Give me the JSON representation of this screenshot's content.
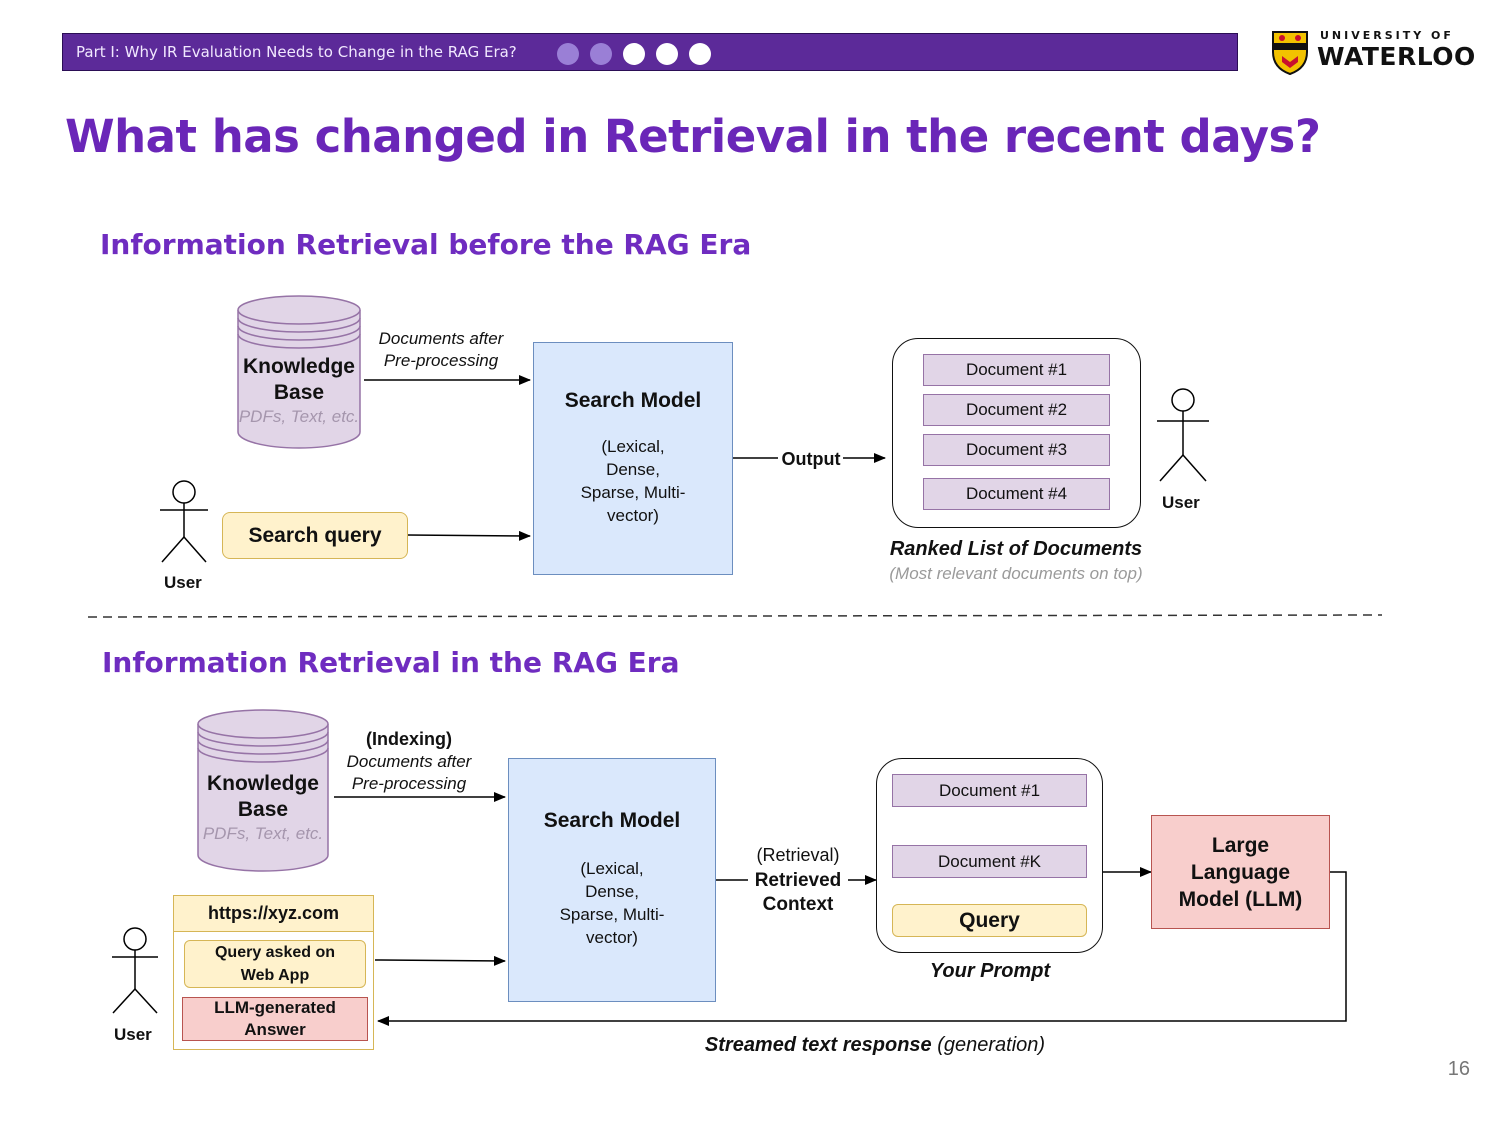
{
  "header": {
    "text": "Part I: Why IR Evaluation Needs to Change in the RAG Era?",
    "progress": {
      "completed": 2,
      "total": 5
    }
  },
  "logo": {
    "line1": "UNIVERSITY OF",
    "line2": "WATERLOO"
  },
  "title": "What has changed in Retrieval in the recent days?",
  "section1": {
    "heading": "Information Retrieval before the RAG Era",
    "kb_title": "Knowledge Base",
    "kb_sub": "PDFs, Text, etc.",
    "edge_docs": "Documents after Pre-processing",
    "search_model_title": "Search Model",
    "search_model_desc": "(Lexical, Dense, Sparse, Multi-vector)",
    "output_label": "Output",
    "documents": [
      "Document #1",
      "Document #2",
      "Document #3",
      "Document #4"
    ],
    "user_left": "User",
    "user_right": "User",
    "search_query": "Search query",
    "ranked_title": "Ranked List of Documents",
    "ranked_sub": "(Most relevant documents on top)"
  },
  "section2": {
    "heading": "Information Retrieval in the RAG Era",
    "kb_title": "Knowledge Base",
    "kb_sub": "PDFs, Text, etc.",
    "edge_indexing": "(Indexing)",
    "edge_docs": "Documents after Pre-processing",
    "search_model_title": "Search Model",
    "search_model_desc": "(Lexical, Dense, Sparse, Multi-vector)",
    "retrieval_label": "(Retrieval)",
    "retrieved_label": "Retrieved Context",
    "documents": [
      "Document #1",
      "Document #K"
    ],
    "query": "Query",
    "prompt_label": "Your Prompt",
    "llm": "Large Language Model (LLM)",
    "web_url": "https://xyz.com",
    "web_query": "Query asked on Web App",
    "web_answer": "LLM-generated Answer",
    "user": "User",
    "streamed_bold": "Streamed text response",
    "streamed_rest": " (generation)"
  },
  "page_number": "16"
}
